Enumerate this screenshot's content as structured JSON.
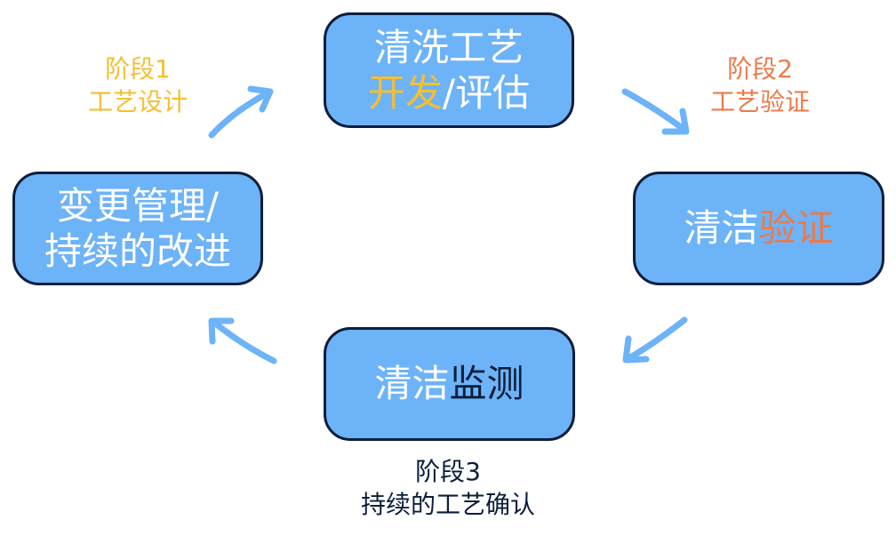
{
  "colors": {
    "box_fill": "#6db3f8",
    "box_border": "#0b1e3c",
    "arrow": "#6db3f8",
    "stage1": "#f6bf32",
    "stage2": "#ec7a4a",
    "stage3": "#0b1e3c",
    "dark_text": "#0b1e3c"
  },
  "boxes": {
    "top": {
      "line1": "清洗工艺",
      "line2_highlight": "开发",
      "line2_rest": "/评估"
    },
    "right": {
      "prefix": "清洁",
      "highlight": "验证"
    },
    "bottom": {
      "prefix": "清洁",
      "highlight": "监测"
    },
    "left": {
      "line1": "变更管理/",
      "line2": "持续的改进"
    }
  },
  "stages": {
    "stage1": {
      "title": "阶段1",
      "desc": "工艺设计"
    },
    "stage2": {
      "title": "阶段2",
      "desc": "工艺验证"
    },
    "stage3": {
      "title": "阶段3",
      "desc": "持续的工艺确认"
    }
  }
}
